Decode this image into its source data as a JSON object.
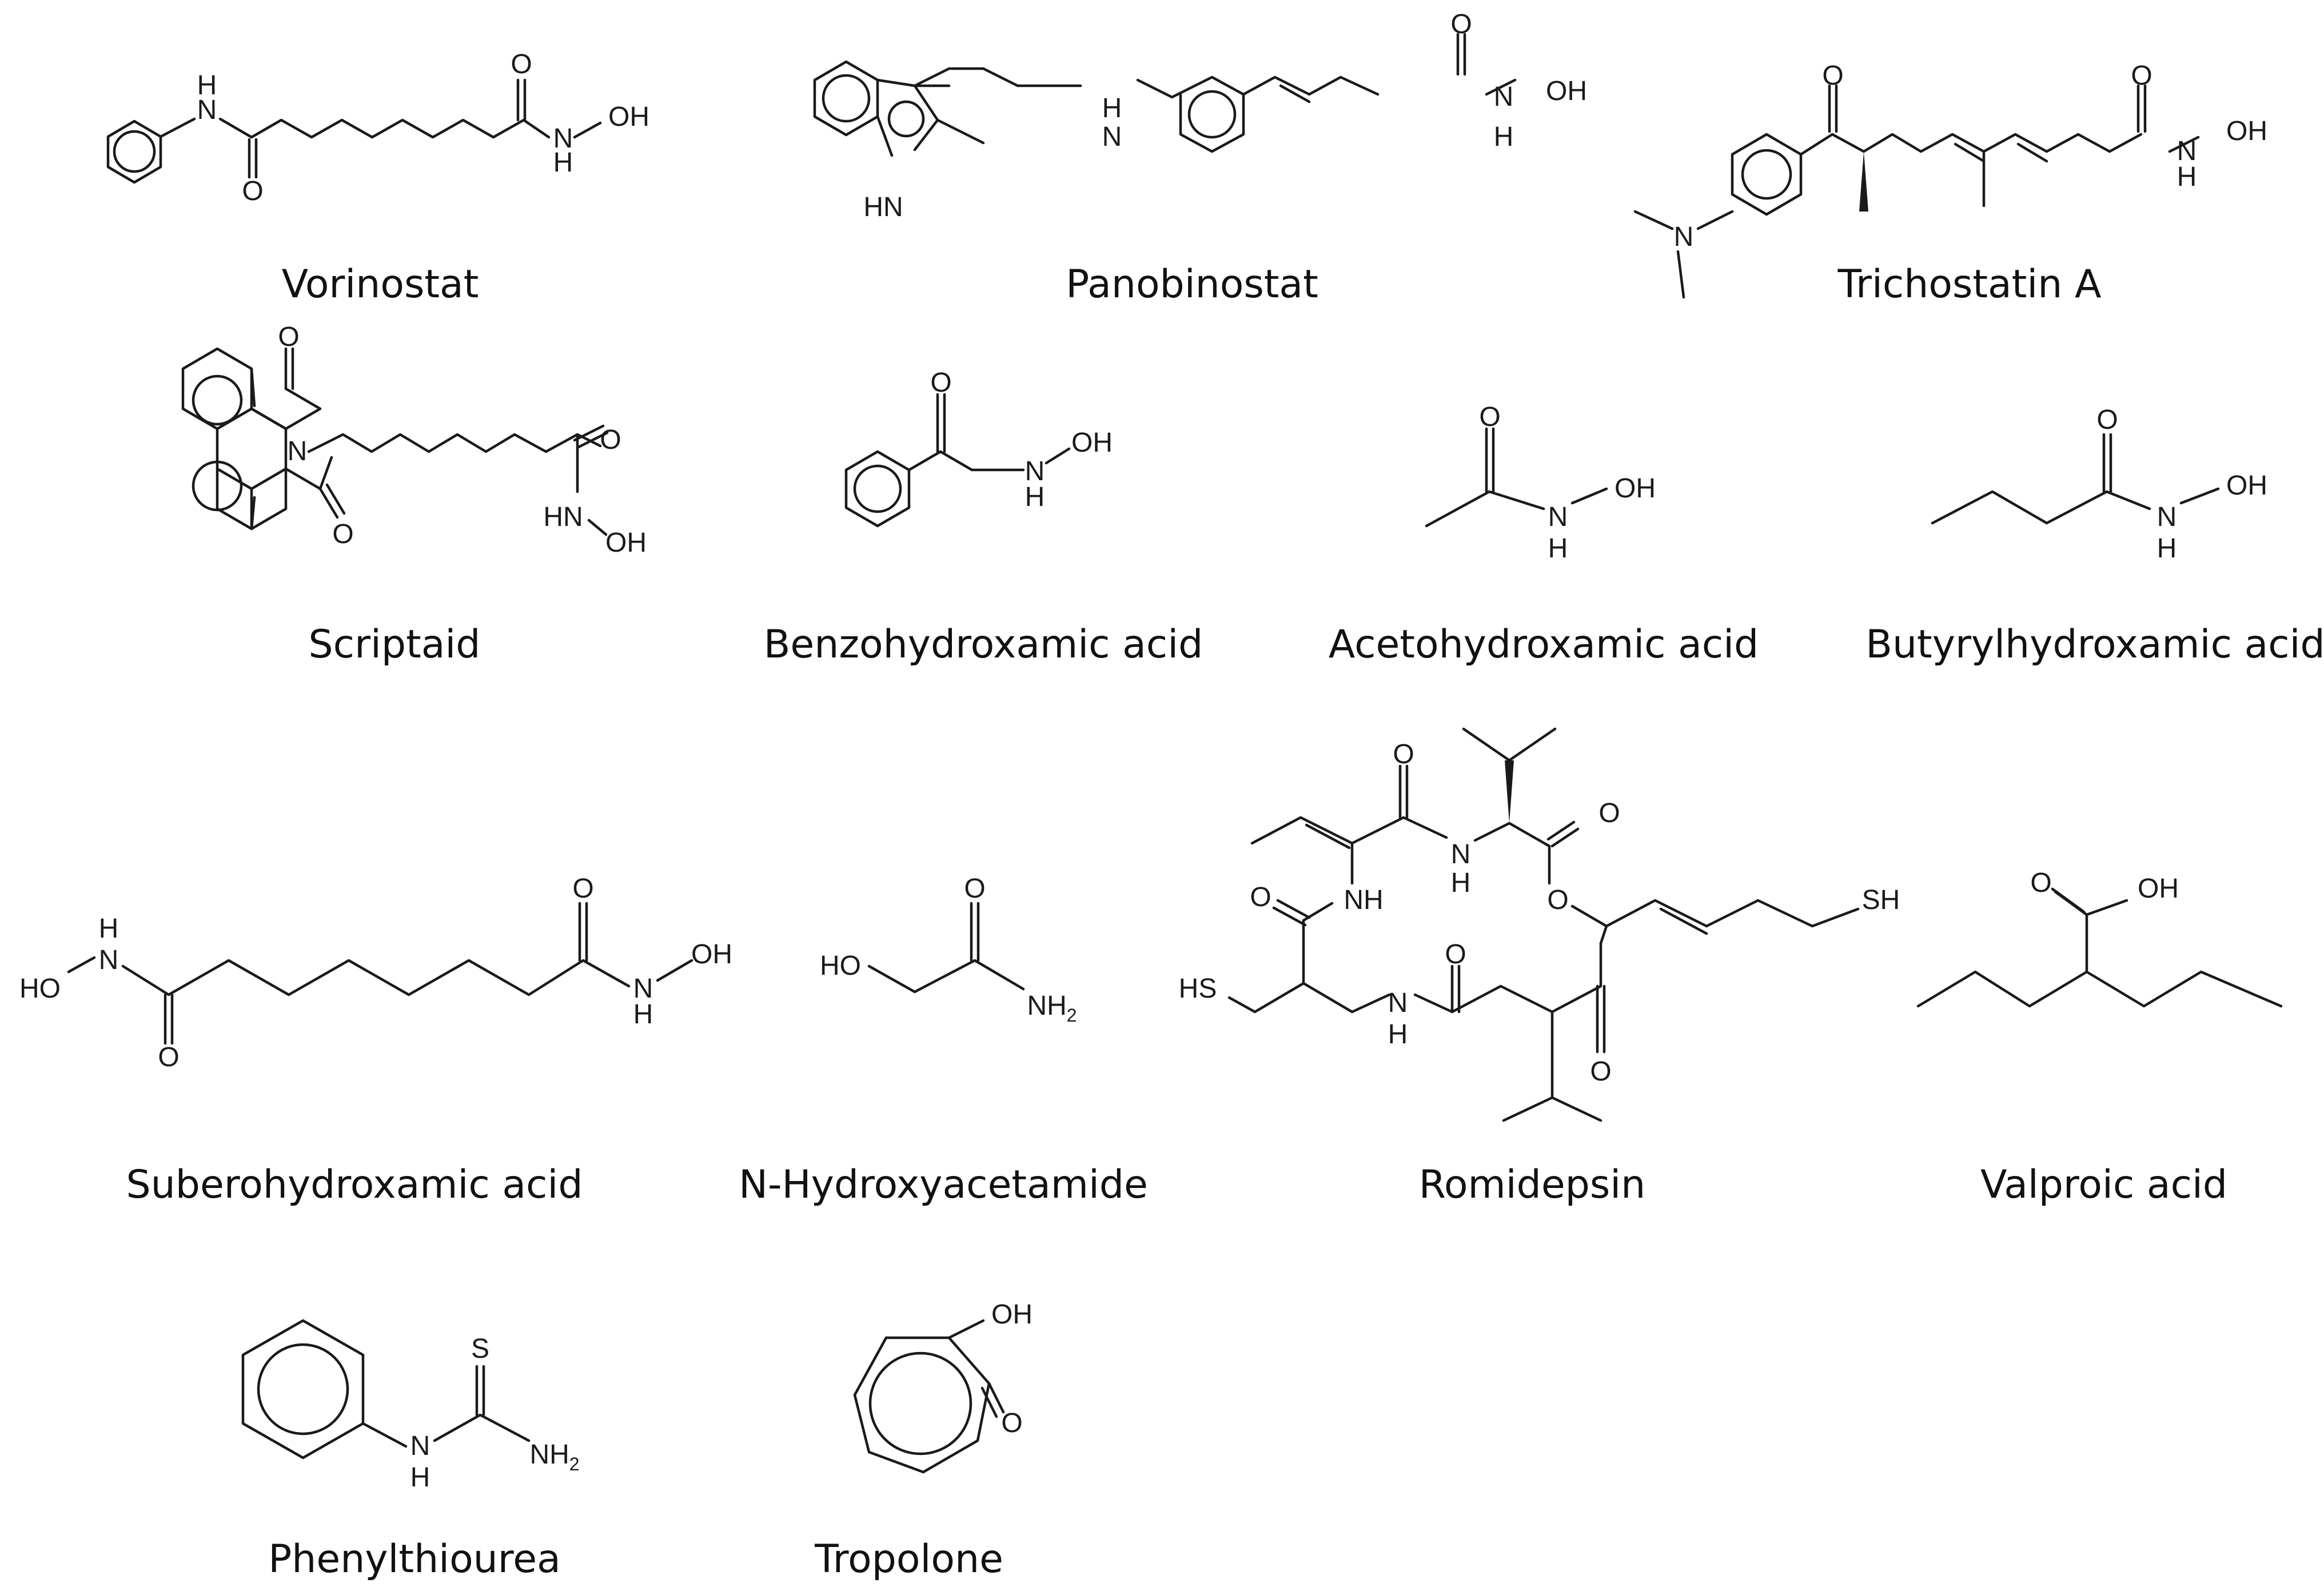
{
  "compounds": [
    {
      "name": "Vorinostat"
    },
    {
      "name": "Panobinostat"
    },
    {
      "name": "Trichostatin A"
    },
    {
      "name": "Scriptaid"
    },
    {
      "name": "Benzohydroxamic acid"
    },
    {
      "name": "Acetohydroxamic acid"
    },
    {
      "name": "Butyrylhydroxamic acid"
    },
    {
      "name": "Suberohydroxamic acid"
    },
    {
      "name": "N-Hydroxyacetamide"
    },
    {
      "name": "Romidepsin"
    },
    {
      "name": "Valproic acid"
    },
    {
      "name": "Phenylthiourea"
    },
    {
      "name": "Tropolone"
    }
  ],
  "atom_labels": {
    "O": "O",
    "N": "N",
    "H": "H",
    "S": "S",
    "OH": "OH",
    "HN": "HN",
    "HO": "HO",
    "SH": "SH",
    "HS": "HS",
    "NH": "NH",
    "NH2_base": "NH",
    "sub2": "2"
  },
  "colors": {
    "ink": "#1a1a1a",
    "background": "#ffffff"
  }
}
